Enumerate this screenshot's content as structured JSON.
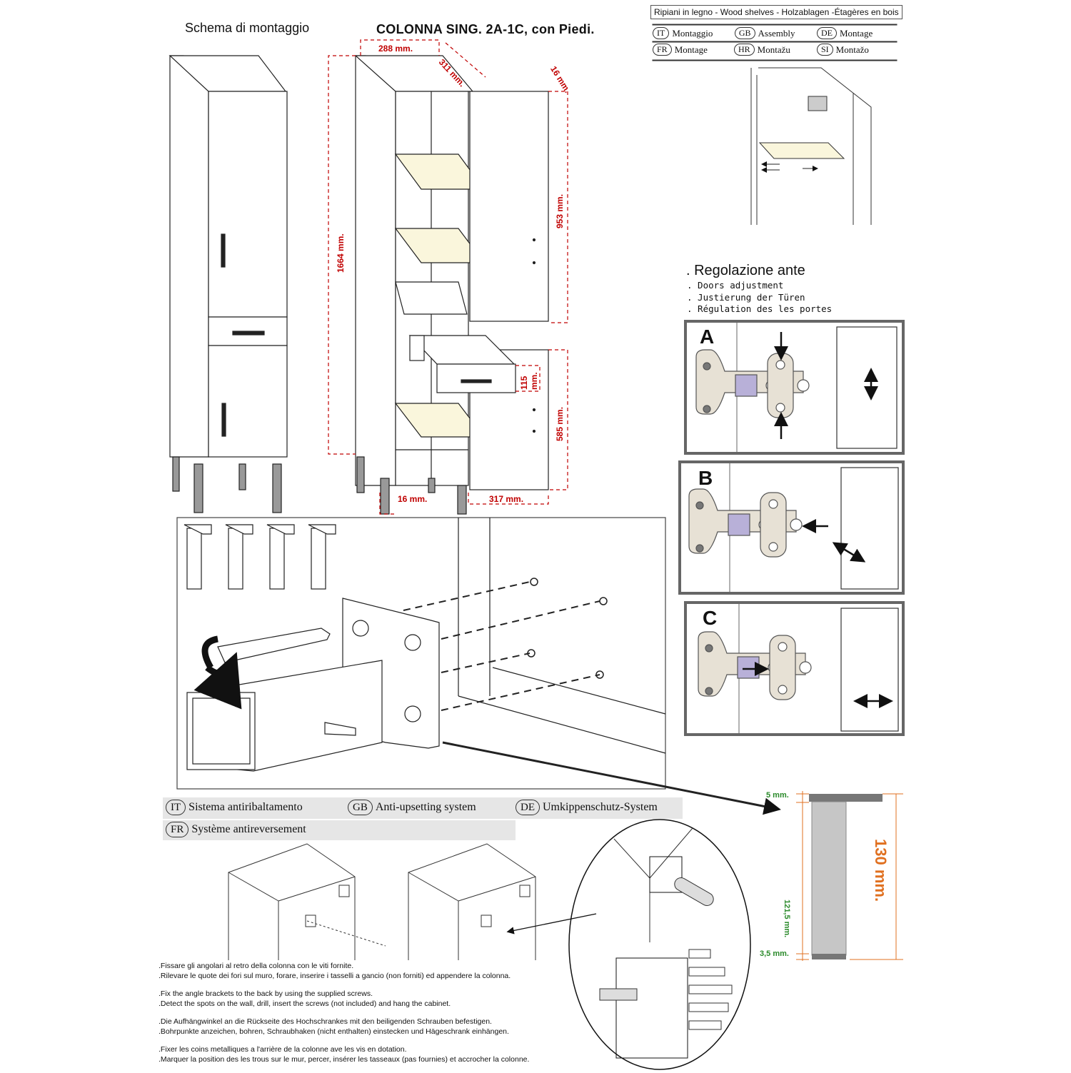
{
  "header": {
    "schema_title": "Schema di montaggio",
    "product_title": "COLONNA  SING. 2A-1C, con Piedi."
  },
  "dimensions": {
    "top_width": "288 mm.",
    "top_depth": "311 mm.",
    "door_thickness": "16 mm.",
    "total_height": "1664 mm.",
    "upper_door": "953 mm.",
    "drawer_height_value": "115",
    "drawer_height_unit": "mm.",
    "lower_door": "585 mm.",
    "bottom_side": "16 mm.",
    "bottom_width": "317 mm."
  },
  "shelves_box": {
    "title": "Ripiani in legno - Wood shelves - Holzablagen -Étagères en bois",
    "langs": [
      {
        "code": "IT",
        "label": "Montaggio"
      },
      {
        "code": "GB",
        "label": "Assembly"
      },
      {
        "code": "DE",
        "label": "Montage"
      },
      {
        "code": "FR",
        "label": "Montage"
      },
      {
        "code": "HR",
        "label": "Montažu"
      },
      {
        "code": "SI",
        "label": "Montažo"
      }
    ]
  },
  "door_adjustment": {
    "title": ". Regolazione ante",
    "subtitles": [
      ". Doors adjustment",
      ". Justierung der Türen",
      ". Régulation des les portes"
    ],
    "panels": [
      "A",
      "B",
      "C"
    ]
  },
  "anti_upsetting": {
    "langs": [
      {
        "code": "IT",
        "label": "Sistema antiribaltamento"
      },
      {
        "code": "GB",
        "label": "Anti-upsetting system"
      },
      {
        "code": "DE",
        "label": "Umkippenschutz-System"
      },
      {
        "code": "FR",
        "label": "Système  antireversement"
      }
    ]
  },
  "leg": {
    "top": "5 mm.",
    "middle": "121,5 mm.",
    "bottom": "3,5 mm.",
    "total": "130 mm."
  },
  "instructions": [
    [
      ".Fissare gli angolari al retro della colonna con le viti fornite.",
      ".Rilevare le quote dei fori sul muro, forare, inserire i tasselli a gancio (non forniti) ed appendere la colonna."
    ],
    [
      ".Fix the angle brackets to the back by using the supplied screws.",
      ".Detect the spots on the wall, drill, insert the screws (not included) and hang the cabinet."
    ],
    [
      ".Die Aufhängwinkel an die Rückseite des Hochschrankes  mit den beiligenden Schrauben befestigen.",
      ".Bohrpunkte anzeichen, bohren, Schraubhaken (nicht enthalten) einstecken und Hägeschrank einhängen."
    ],
    [
      ".Fixer les coins metalliques a l'arrière de la colonne ave les vis en dotation.",
      ".Marquer la position des les trous sur le mur, percer, insérer les tasseaux (pas fournies) et accrocher la colonne."
    ]
  ]
}
